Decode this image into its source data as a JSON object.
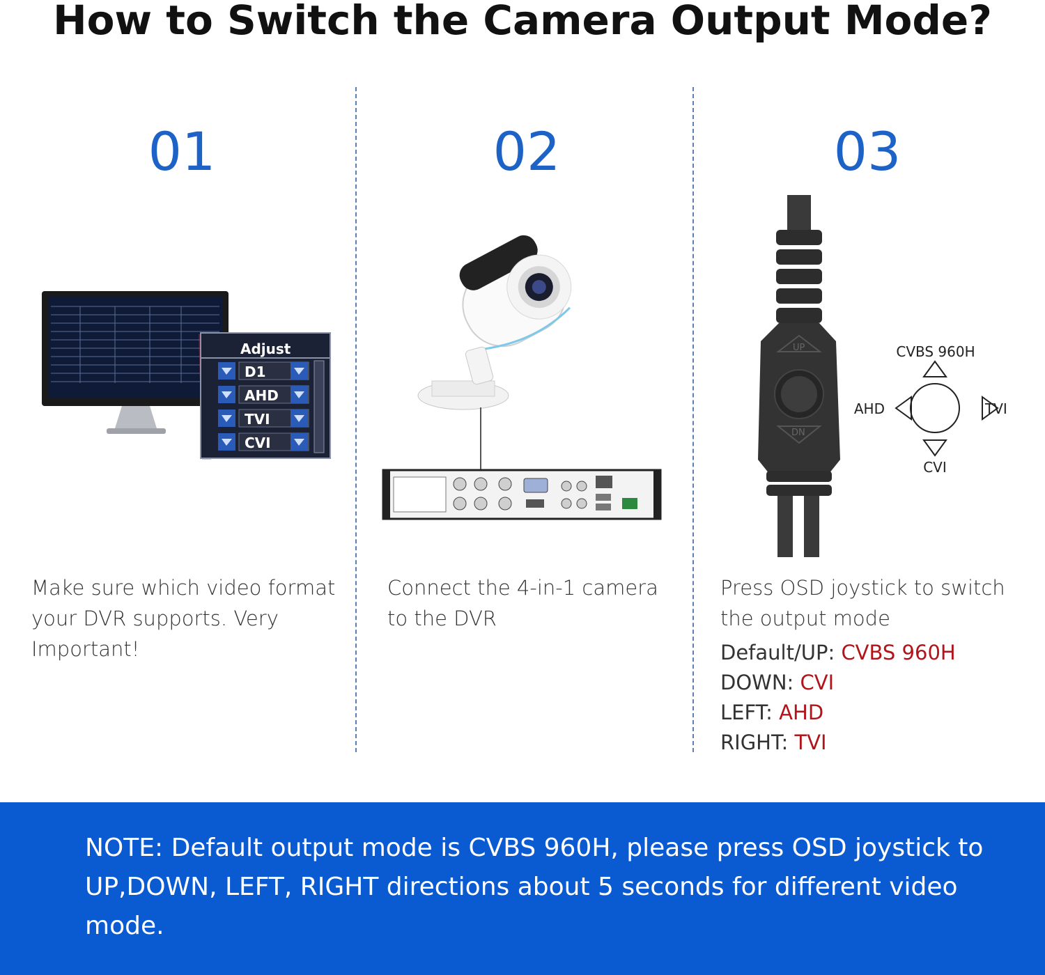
{
  "title": "How to Switch the Camera Output Mode?",
  "steps": [
    {
      "number": "01",
      "text": "Make sure which video format your DVR supports. Very Important!"
    },
    {
      "number": "02",
      "text": "Connect the 4-in-1 camera to the DVR"
    },
    {
      "number": "03",
      "text": "Press OSD joystick to switch the output mode"
    }
  ],
  "modes": [
    {
      "label": "Default/UP: ",
      "value": "CVBS 960H"
    },
    {
      "label": "DOWN: ",
      "value": "CVI"
    },
    {
      "label": "LEFT: ",
      "value": "AHD"
    },
    {
      "label": "RIGHT: ",
      "value": "TVI"
    }
  ],
  "dvr_menu": {
    "header": "Adjust",
    "options": [
      "D1",
      "AHD",
      "TVI",
      "CVI"
    ]
  },
  "joystick": {
    "up": "CVBS 960H",
    "left": "AHD",
    "right": "TVI",
    "down": "CVI",
    "button_up": "UP",
    "button_down": "DN"
  },
  "note": "NOTE: Default output mode is CVBS 960H, please press OSD joystick to UP,DOWN, LEFT, RIGHT directions about 5 seconds for different video mode.",
  "colors": {
    "accent_blue": "#1d63c7",
    "mode_red": "#b1141b",
    "band_blue": "#0a5ad2"
  }
}
